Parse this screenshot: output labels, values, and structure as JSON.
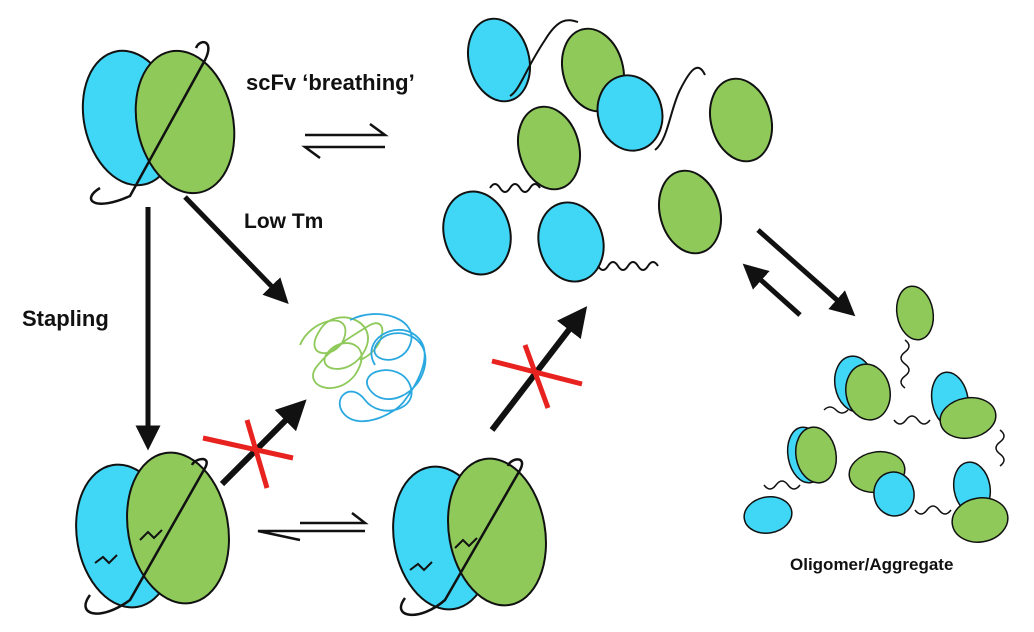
{
  "labels": {
    "breathing": "scFv ‘breathing’",
    "low_tm": "Low Tm",
    "stapling": "Stapling",
    "aggregate": "Oligomer/Aggregate"
  },
  "colors": {
    "vh_cyan": "#40d6f6",
    "vl_green": "#8ec95a",
    "outline": "#111111",
    "blocked_x": "#e8231f",
    "unfolded_green": "#8ec95a",
    "unfolded_blue": "#2aa8e0"
  }
}
